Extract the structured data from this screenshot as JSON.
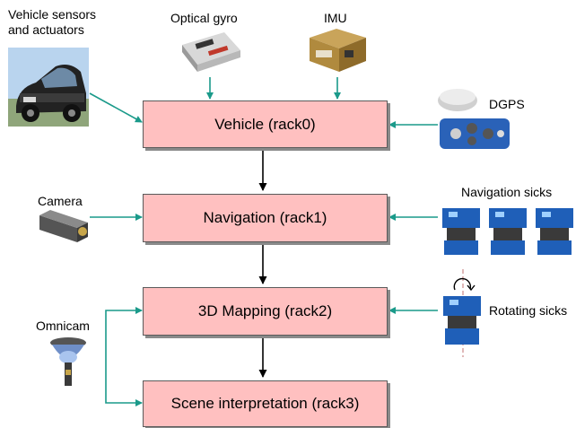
{
  "racks": [
    {
      "label": "Vehicle (rack0)"
    },
    {
      "label": "Navigation (rack1)"
    },
    {
      "label": "3D Mapping (rack2)"
    },
    {
      "label": "Scene interpretation (rack3)"
    }
  ],
  "sensors": {
    "vehicle_sensors_line1": "Vehicle sensors",
    "vehicle_sensors_line2": "and actuators",
    "optical_gyro": "Optical gyro",
    "imu": "IMU",
    "dgps": "DGPS",
    "camera": "Camera",
    "navigation_sicks": "Navigation sicks",
    "omnicam": "Omnicam",
    "rotating_sicks": "Rotating sicks"
  },
  "colors": {
    "rack_fill": "#ffc0c0",
    "sensor_arrow": "#1a9a8a",
    "rack_link": "#000000",
    "sick_blue": "#1f5fb8"
  }
}
